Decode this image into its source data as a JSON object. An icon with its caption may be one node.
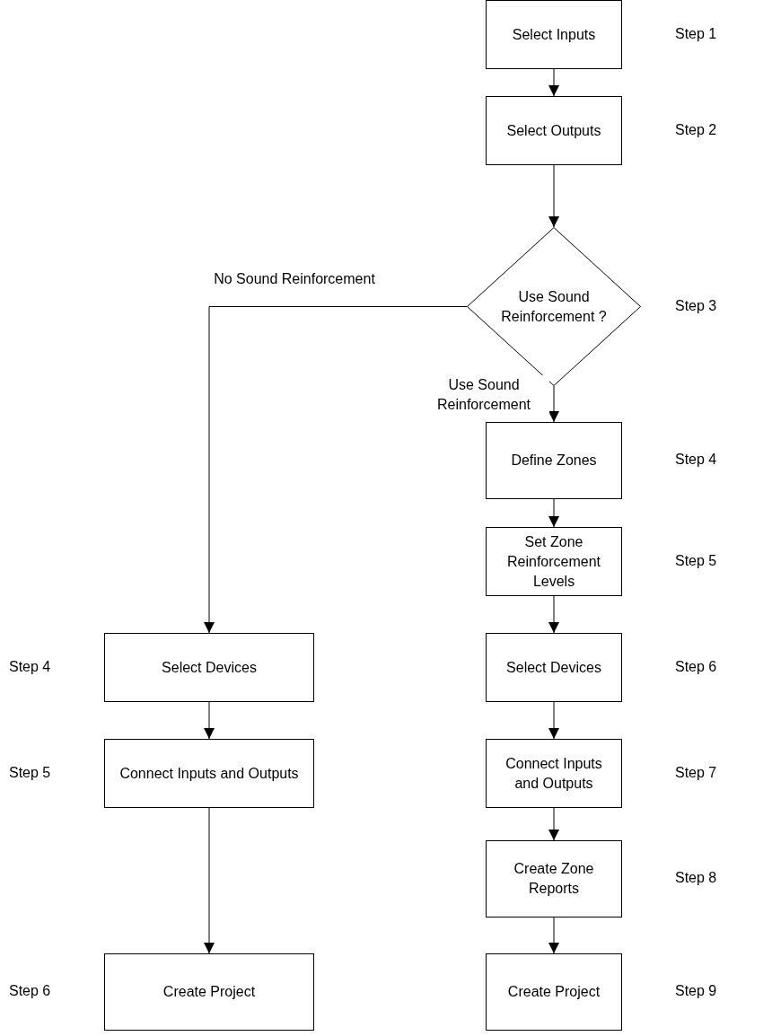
{
  "diagram": {
    "nodes": [
      {
        "text": [
          "Select Inputs"
        ],
        "beside": [
          "Step 1"
        ]
      },
      {
        "text": [
          "Select Outputs"
        ],
        "beside": [
          "Step 2"
        ]
      },
      {
        "text": [
          "Use Sound Reinforcement ?"
        ],
        "beside": [
          "Step 3"
        ]
      },
      {
        "text": [
          "Define Zones"
        ],
        "beside": [
          "Step 4"
        ]
      },
      {
        "text": [
          "Set Zone Reinforcement Levels"
        ],
        "beside": [
          "Step 5"
        ]
      },
      {
        "text": [
          "Select Devices"
        ],
        "beside": [
          "Step 6"
        ]
      },
      {
        "text": [
          "Connect Inputs and Outputs"
        ],
        "beside": [
          "Step 7"
        ]
      },
      {
        "text": [
          "Create Zone Reports"
        ],
        "beside": [
          "Step 8"
        ]
      },
      {
        "text": [
          "Create Project"
        ],
        "beside": [
          "Step 9"
        ]
      },
      {
        "text": [
          "Select Devices"
        ],
        "beside": [
          "Step 4"
        ]
      },
      {
        "text": [
          "Connect Inputs and Outputs"
        ],
        "beside": [
          "Step 5"
        ]
      },
      {
        "text": [
          "Create Project"
        ],
        "beside": [
          "Step 6"
        ]
      }
    ],
    "edges": [
      {
        "from": 0,
        "to": 1,
        "arrow": "to"
      },
      {
        "from": 1,
        "to": 2,
        "arrow": "to"
      },
      {
        "from": 2,
        "to": 3,
        "arrow": "to",
        "label": "Use Sound Reinforcement"
      },
      {
        "from": 3,
        "to": 4,
        "arrow": "to"
      },
      {
        "from": 4,
        "to": 5,
        "arrow": "to"
      },
      {
        "from": 5,
        "to": 6,
        "arrow": "to"
      },
      {
        "from": 6,
        "to": 7,
        "arrow": "to"
      },
      {
        "from": 7,
        "to": 8,
        "arrow": "to"
      },
      {
        "from": 2,
        "to": 9,
        "arrow": "to",
        "label": "No Sound Reinforcement"
      },
      {
        "from": 9,
        "to": 10,
        "arrow": "to"
      },
      {
        "from": 10,
        "to": 11,
        "arrow": "to"
      }
    ]
  }
}
